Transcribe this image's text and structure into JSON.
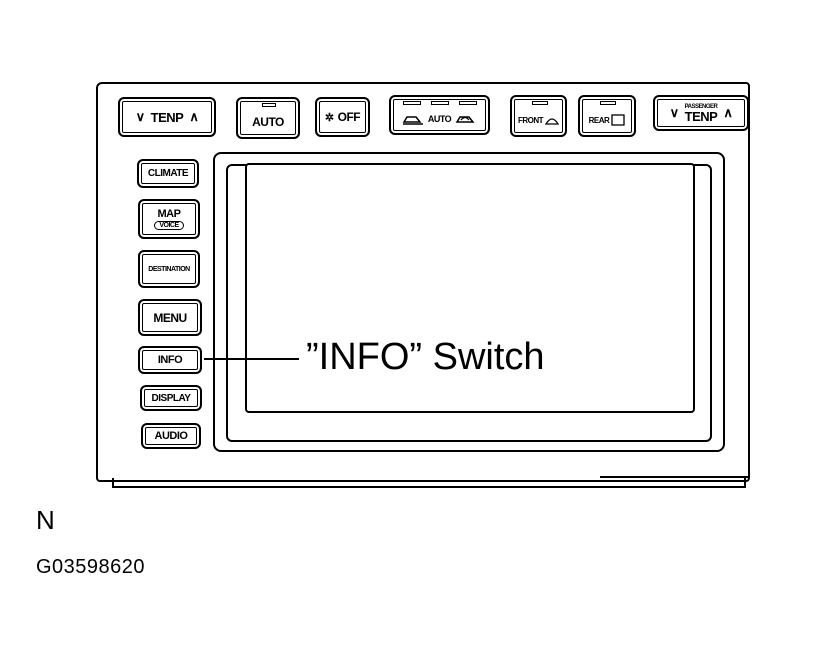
{
  "top_row": {
    "temp_left": {
      "down": "∨",
      "label": "TENP",
      "up": "∧"
    },
    "auto_label": "AUTO",
    "off_label": "OFF",
    "recirc_auto_label": "AUTO",
    "front_label": "FRONT",
    "rear_label": "REAR",
    "temp_right": {
      "down": "∨",
      "small_label": "PASSENGER",
      "label": "TENP",
      "up": "∧"
    }
  },
  "side_buttons": [
    {
      "label": "CLIMATE"
    },
    {
      "label": "MAP",
      "sub_label": "VOICE"
    },
    {
      "label": "DESTINATION"
    },
    {
      "label": "MENU"
    },
    {
      "label": "INFO"
    },
    {
      "label": "DISPLAY"
    },
    {
      "label": "AUDIO"
    }
  ],
  "callout": {
    "text": "”INFO” Switch"
  },
  "footer": {
    "letter": "N",
    "code": "G03598620"
  }
}
